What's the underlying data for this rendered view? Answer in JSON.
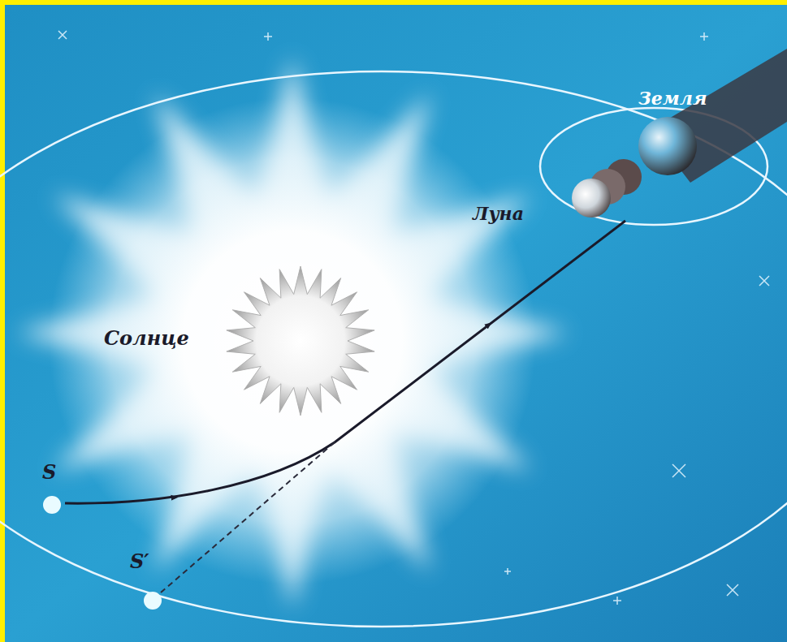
{
  "diagram": {
    "labels": [
      "Земля",
      "Луна",
      "Солнце",
      "S",
      "S′"
    ]
  }
}
